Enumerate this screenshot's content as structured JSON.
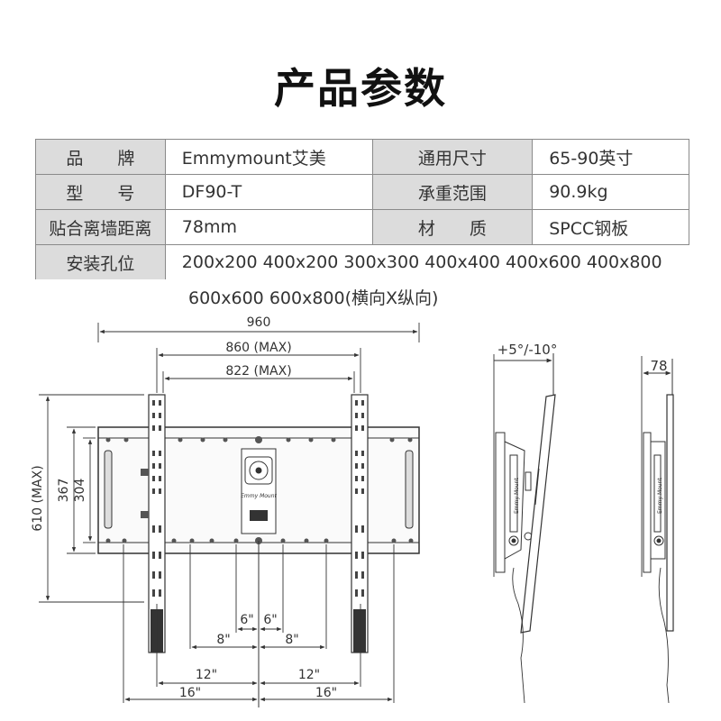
{
  "title": "产品参数",
  "specs": {
    "rows": [
      {
        "label1": "品　　牌",
        "value1": "Emmymount艾美",
        "label2": "通用尺寸",
        "value2": "65-90英寸"
      },
      {
        "label1": "型　　号",
        "value1": "DF90-T",
        "label2": "承重范围",
        "value2": "90.9kg"
      },
      {
        "label1": "贴合离墙距离",
        "value1": "78mm",
        "label2": "材　　质",
        "value2": "SPCC钢板"
      }
    ],
    "holes_label": "安装孔位",
    "holes_line1": "200x200 400x200 300x300 400x400 400x600 400x800",
    "holes_line2": "600x600 600x800(横向X纵向)"
  },
  "dimensions": {
    "width_960": "960",
    "width_860": "860 (MAX)",
    "width_822": "822 (MAX)",
    "height_610": "610 (MAX)",
    "height_367": "367",
    "height_304": "304",
    "in6_left": "6\"",
    "in6_right": "6\"",
    "in8_left": "8\"",
    "in8_right": "8\"",
    "in12_left": "12\"",
    "in12_right": "12\"",
    "in16_left": "16\"",
    "in16_right": "16\"",
    "tilt": "+5°/-10°",
    "depth_78": "78"
  },
  "brand_text": "Emmy Mount",
  "colors": {
    "line": "#333333",
    "label_bg": "#dcdcdc",
    "border": "#8a8a8a"
  }
}
